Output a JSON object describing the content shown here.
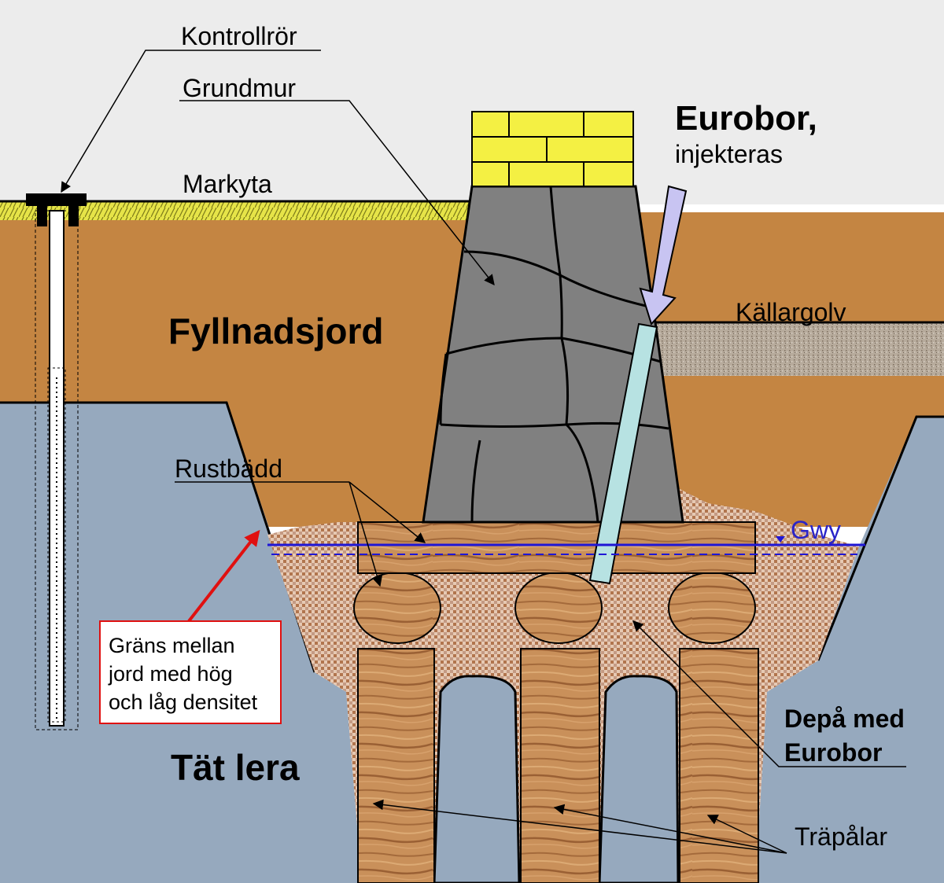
{
  "labels": {
    "kontrollror": "Kontrollrör",
    "grundmur": "Grundmur",
    "markyta": "Markyta",
    "eurobor_title": "Eurobor,",
    "eurobor_sub": "injekteras",
    "kallargolv": "Källargolv",
    "fyllnadsjord": "Fyllnadsjord",
    "rustbadd": "Rustbädd",
    "gwy": "Gwy",
    "grans_line1": "Gräns mellan",
    "grans_line2": "jord med hög",
    "grans_line3": "och låg densitet",
    "depa_line1": "Depå med",
    "depa_line2": "Eurobor",
    "tat_lera": "Tät lera",
    "trapalar": "Träpålar"
  },
  "colors": {
    "sky": "#ececec",
    "fill_soil": "#c48542",
    "clay": "#96a9be",
    "grass": "#e2e04a",
    "stone": "#808080",
    "brick": "#f4f043",
    "wood": "#c58a52",
    "eurobor_pipe": "#b7e2e2",
    "arrow": "#c8c4f2",
    "water_line": "#1f16d6",
    "callout_arrow": "#e01010",
    "floor": "#b9ad9f"
  }
}
